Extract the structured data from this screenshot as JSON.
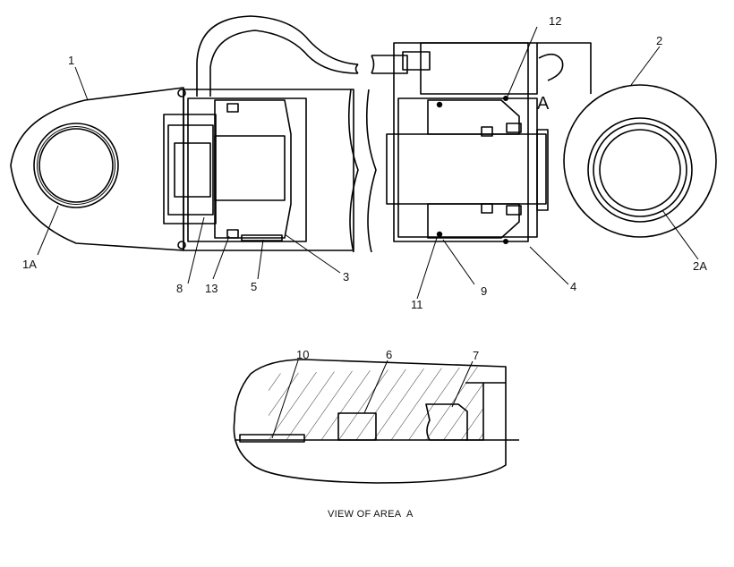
{
  "callouts": [
    {
      "id": "c1",
      "text": "1"
    },
    {
      "id": "c1a",
      "text": "1A"
    },
    {
      "id": "c2",
      "text": "2"
    },
    {
      "id": "c2a",
      "text": "2A"
    },
    {
      "id": "c3",
      "text": "3"
    },
    {
      "id": "c4",
      "text": "4"
    },
    {
      "id": "c5",
      "text": "5"
    },
    {
      "id": "c6",
      "text": "6"
    },
    {
      "id": "c7",
      "text": "7"
    },
    {
      "id": "c8",
      "text": "8"
    },
    {
      "id": "c9",
      "text": "9"
    },
    {
      "id": "c10",
      "text": "10"
    },
    {
      "id": "c11",
      "text": "11"
    },
    {
      "id": "c12",
      "text": "12"
    },
    {
      "id": "c13",
      "text": "13"
    }
  ],
  "area_marker": "A",
  "detail_caption": "VIEW OF AREA  A"
}
